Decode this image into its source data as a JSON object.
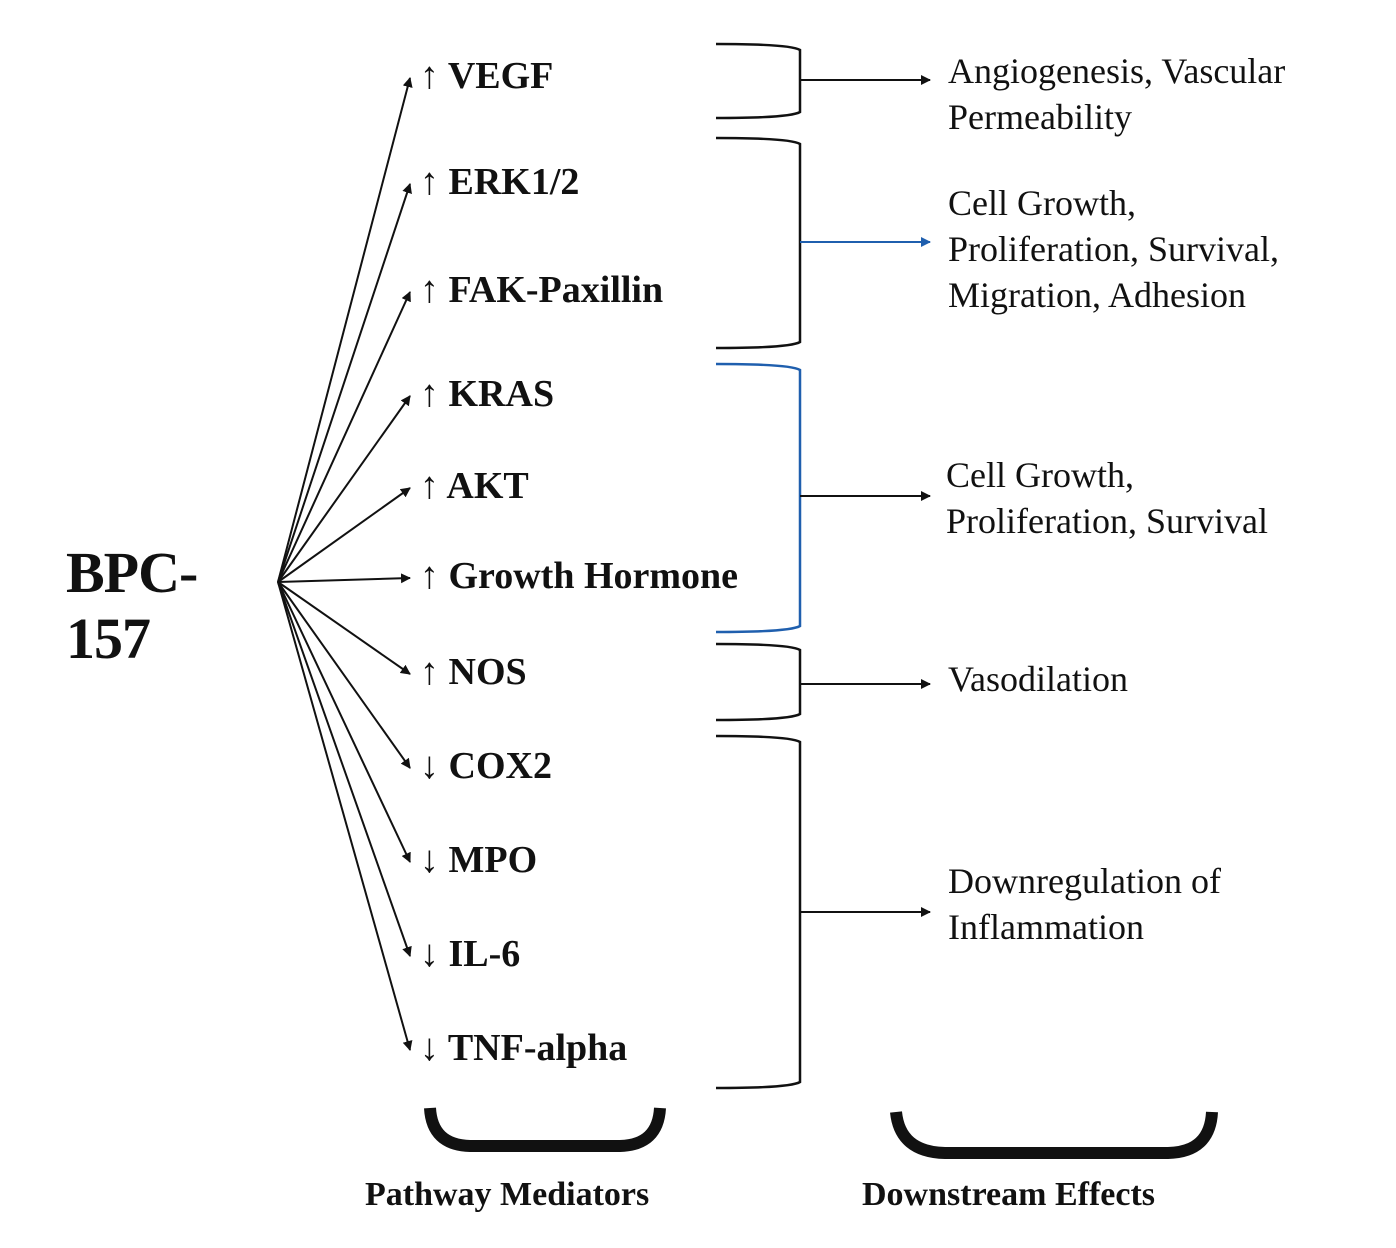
{
  "source": {
    "line1": "BPC-",
    "line2": "157"
  },
  "mediators": [
    {
      "dir": "↑",
      "label": "VEGF"
    },
    {
      "dir": "↑",
      "label": "ERK1/2"
    },
    {
      "dir": "↑",
      "label": "FAK-Paxillin"
    },
    {
      "dir": "↑",
      "label": "KRAS"
    },
    {
      "dir": "↑",
      "label": "AKT"
    },
    {
      "dir": "↑",
      "label": "Growth Hormone"
    },
    {
      "dir": "↑",
      "label": "NOS"
    },
    {
      "dir": "↓",
      "label": "COX2"
    },
    {
      "dir": "↓",
      "label": "MPO"
    },
    {
      "dir": "↓",
      "label": "IL-6"
    },
    {
      "dir": "↓",
      "label": "TNF-alpha"
    }
  ],
  "effects": [
    {
      "lines": [
        "Angiogenesis, Vascular",
        "Permeability"
      ],
      "color": "#111111"
    },
    {
      "lines": [
        "Cell Growth,",
        "Proliferation, Survival,",
        "Migration, Adhesion"
      ],
      "color": "#1f5fae"
    },
    {
      "lines": [
        "Cell Growth,",
        "Proliferation, Survival"
      ],
      "color": "#111111"
    },
    {
      "lines": [
        "Vasodilation"
      ],
      "color": "#111111"
    },
    {
      "lines": [
        "Downregulation of",
        "Inflammation"
      ],
      "color": "#111111"
    }
  ],
  "column_labels": {
    "mediators": "Pathway Mediators",
    "effects": "Downstream Effects"
  },
  "colors": {
    "line": "#111111",
    "accent_blue": "#1f5fae"
  }
}
